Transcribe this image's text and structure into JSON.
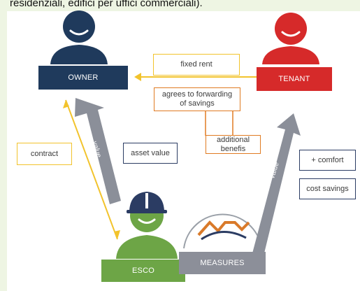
{
  "header": {
    "text": "residenziali, edifici per uffici commerciali)."
  },
  "actors": {
    "owner": {
      "label": "OWNER",
      "color": "#1f3a5c"
    },
    "tenant": {
      "label": "TENANT",
      "color": "#d62a2a"
    },
    "esco": {
      "label": "ESCO",
      "color": "#6da546"
    },
    "measures": {
      "label": "MEASURES",
      "color": "#8c8f99"
    }
  },
  "boxes": {
    "fixed_rent": "fixed rent",
    "agrees": "agrees to forwarding of savings",
    "additional": "additional benefis",
    "contract": "contract",
    "asset_value": "asset value",
    "comfort": "+ comfort",
    "cost_savings": "cost savings"
  },
  "arrows": {
    "value_left": "value",
    "value_right": "value"
  },
  "colors": {
    "yellow_border": "#f2c32c",
    "orange_border": "#e07b22",
    "blue_border": "#2b3c63",
    "arrow_grey": "#8b8f99"
  }
}
